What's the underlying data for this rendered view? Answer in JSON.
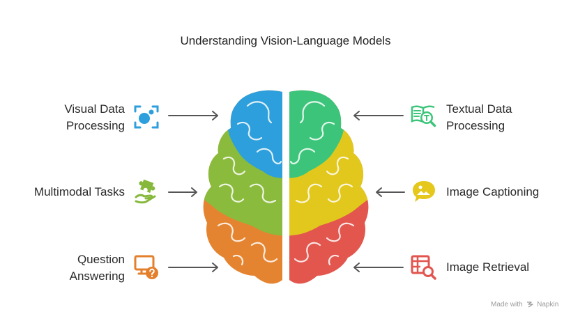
{
  "title": "Understanding Vision-Language Models",
  "left_items": [
    {
      "lines": [
        "Visual Data",
        "Processing"
      ],
      "icon": "visual-focus-icon",
      "color": "#2d9fdc"
    },
    {
      "lines": [
        "Multimodal Tasks"
      ],
      "icon": "puzzle-hand-icon",
      "color": "#86b83b"
    },
    {
      "lines": [
        "Question",
        "Answering"
      ],
      "icon": "monitor-question-icon",
      "color": "#e47f2b"
    }
  ],
  "right_items": [
    {
      "lines": [
        "Textual Data",
        "Processing"
      ],
      "icon": "book-search-icon",
      "color": "#3cc57a"
    },
    {
      "lines": [
        "Image Captioning"
      ],
      "icon": "image-speech-bubble-icon",
      "color": "#e5c81b"
    },
    {
      "lines": [
        "Image Retrieval"
      ],
      "icon": "table-search-icon",
      "color": "#e2544e"
    }
  ],
  "brain_colors": {
    "top_left": "#2d9fdc",
    "mid_left": "#8abb3c",
    "bottom_left": "#e58430",
    "top_right": "#3cc57a",
    "mid_right": "#e2c81c",
    "bottom_right": "#e2564e"
  },
  "watermark": {
    "made_with": "Made with",
    "brand": "Napkin"
  }
}
